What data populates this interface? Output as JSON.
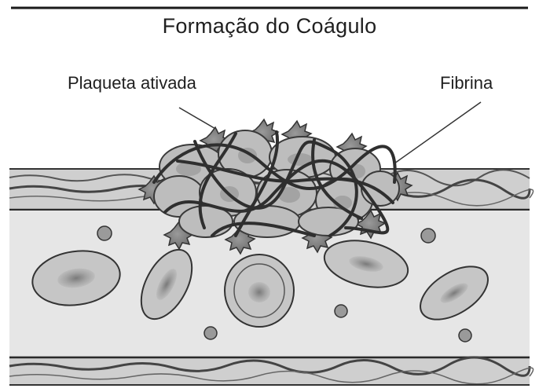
{
  "title": "Formação do Coágulo",
  "labels": {
    "platelet": "Plaqueta ativada",
    "fibrin": "Fibrina"
  }
}
